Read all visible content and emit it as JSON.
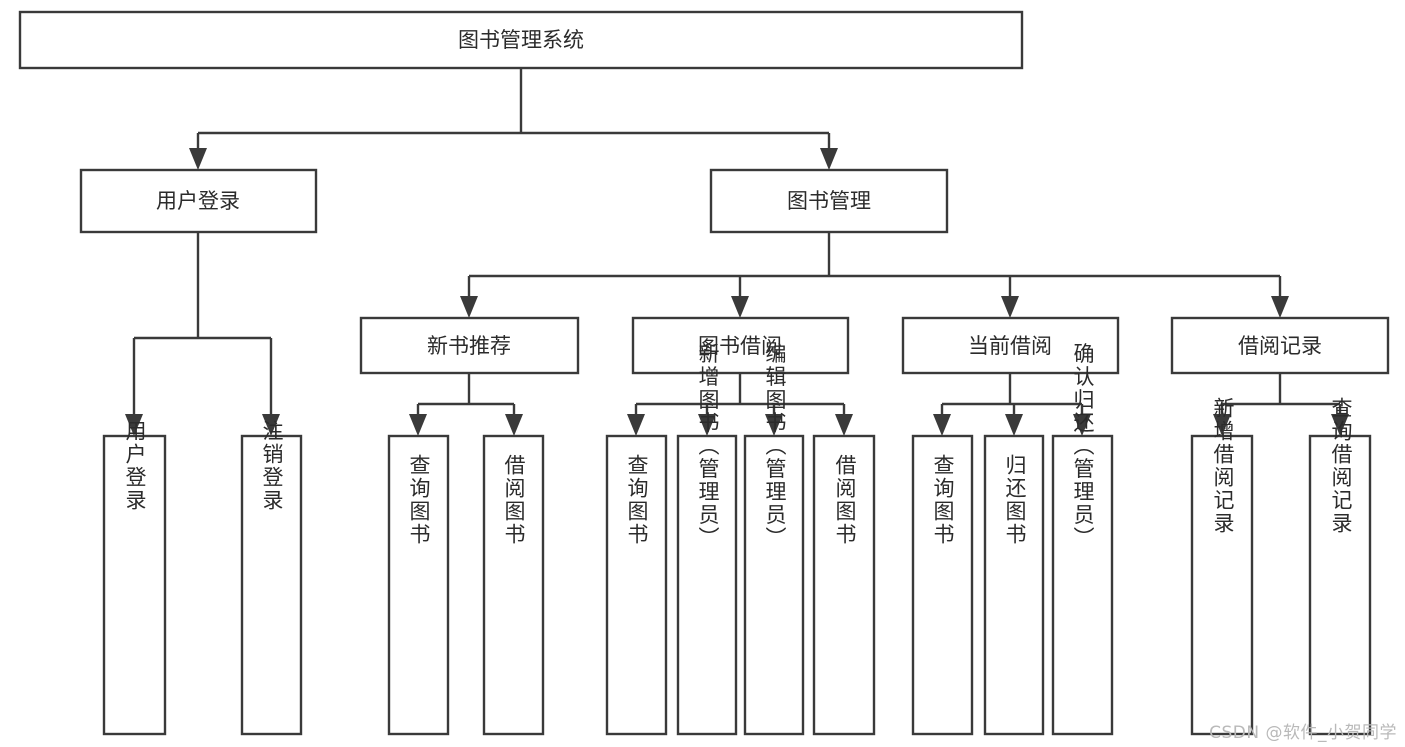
{
  "diagram": {
    "type": "tree",
    "title": "图书管理系统",
    "watermark": "CSDN @软件_小贺同学",
    "colors": {
      "stroke": "#3a3a3a",
      "box_fill": "#ffffff",
      "text": "#2b2b2b",
      "background": "#ffffff",
      "watermark": "#b9b9b9"
    },
    "root": {
      "label": "图书管理系统"
    },
    "level1": [
      {
        "label": "用户登录"
      },
      {
        "label": "图书管理"
      }
    ],
    "level2": [
      {
        "label": "新书推荐"
      },
      {
        "label": "图书借阅"
      },
      {
        "label": "当前借阅"
      },
      {
        "label": "借阅记录"
      }
    ],
    "leaves": {
      "user_login": [
        {
          "label": "用户登录"
        },
        {
          "label": "注销登录"
        }
      ],
      "new_book_recommend": [
        {
          "label": "查询图书"
        },
        {
          "label": "借阅图书"
        }
      ],
      "book_borrow": [
        {
          "label": "查询图书"
        },
        {
          "label": "新增图书（管理员）"
        },
        {
          "label": "编辑图书（管理员）"
        },
        {
          "label": "借阅图书"
        }
      ],
      "current_borrow": [
        {
          "label": "查询图书"
        },
        {
          "label": "归还图书"
        },
        {
          "label": "确认归还（管理员）"
        }
      ],
      "borrow_record": [
        {
          "label": "新增借阅记录"
        },
        {
          "label": "查询借阅记录"
        }
      ]
    }
  }
}
